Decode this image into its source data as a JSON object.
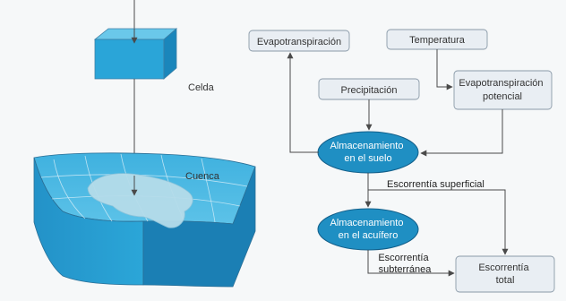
{
  "labels": {
    "celda": "Celda",
    "cuenca": "Cuenca"
  },
  "nodes": {
    "evapotranspiracion": "Evapotranspiración",
    "temperatura": "Temperatura",
    "evapotranspiracion_potencial": [
      "Evapotranspiración",
      "potencial"
    ],
    "precipitacion": "Precipitación",
    "almacenamiento_suelo": [
      "Almacenamiento",
      "en el suelo"
    ],
    "almacenamiento_acuifero": [
      "Almacenamiento",
      "en el acuífero"
    ],
    "escorrentia_total": [
      "Escorrentía",
      "total"
    ]
  },
  "edge_labels": {
    "escorrentia_superficial": "Escorrentía superficial",
    "escorrentia_subterranea": [
      "Escorrentía",
      "subterránea"
    ]
  },
  "colors": {
    "node_fill": "#e9eef3",
    "node_border": "#8a9aa8",
    "ellipse_fill": "#1f8fc3",
    "ellipse_border": "#125f8a",
    "arrow": "#4a4a4a",
    "cell_top": "#6ac8ea",
    "cell_front": "#2aa5d8",
    "cell_side": "#1a86bb",
    "basin_top": "#4ab7e2",
    "basin_front": "#2a9fd4",
    "basin_side": "#1b7fb4",
    "catchment": "#b5dcea"
  }
}
